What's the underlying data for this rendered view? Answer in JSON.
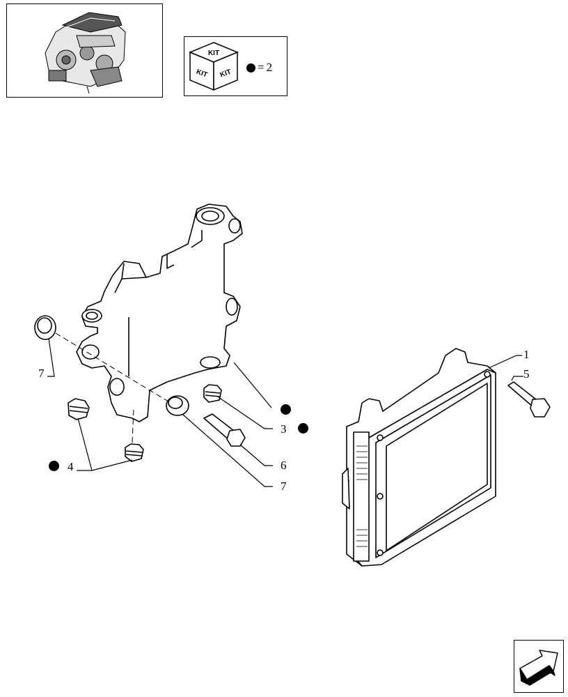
{
  "kit_legend": {
    "symbol": "black-dot",
    "equals": "=",
    "value": "2",
    "kit_labels": [
      "KIT",
      "KIT",
      "KIT"
    ]
  },
  "callouts": {
    "c1": "1",
    "c3": "3",
    "c4": "4",
    "c5": "5",
    "c6": "6",
    "c7_left": "7",
    "c7_bottom": "7"
  },
  "navigation": {
    "icon": "arrow-next-icon"
  }
}
